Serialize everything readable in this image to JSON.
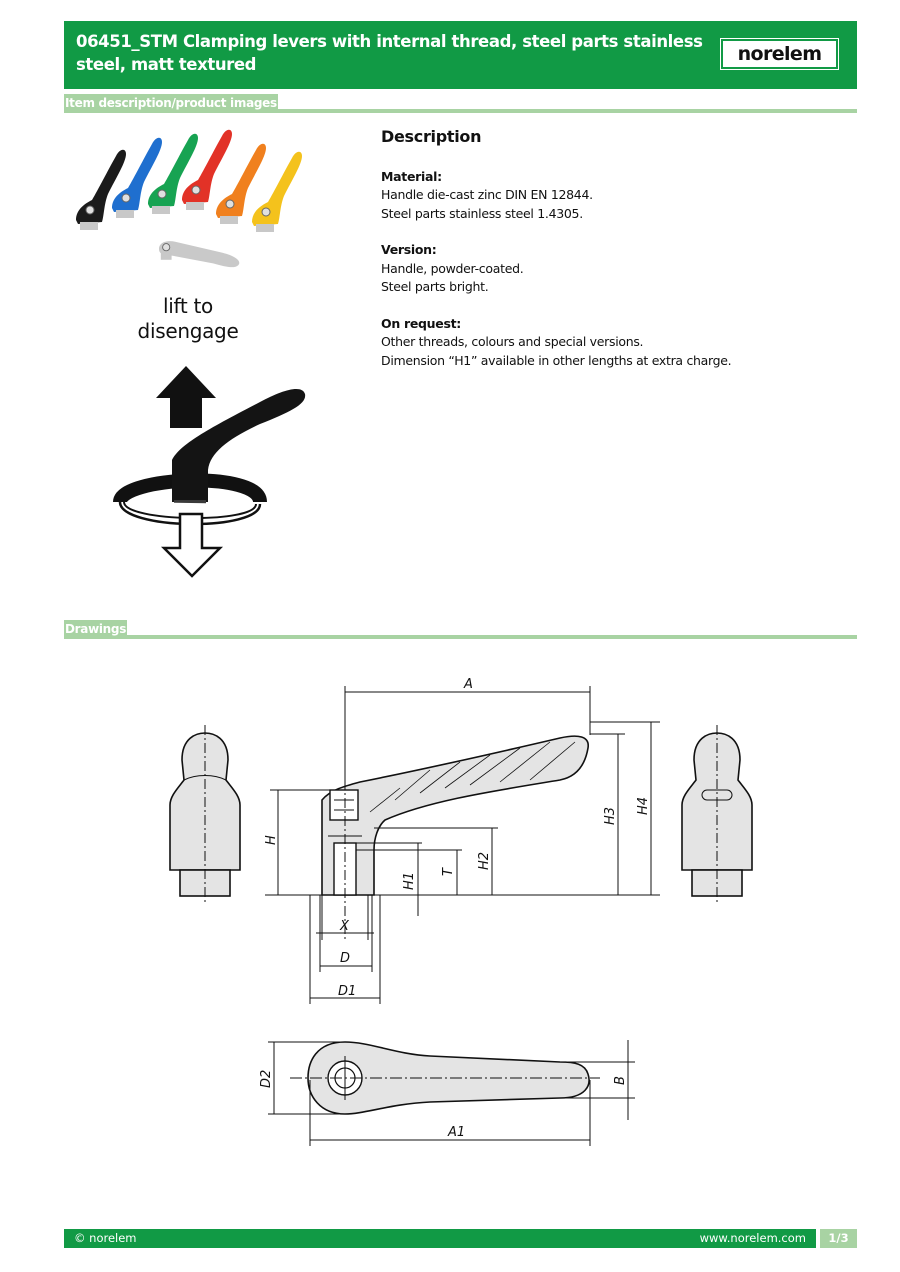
{
  "header": {
    "title": "06451_STM Clamping levers with internal thread, steel parts stainless steel, matt textured",
    "logo": "norelem"
  },
  "sections": {
    "images": "Item description/product images",
    "drawings": "Drawings"
  },
  "description": {
    "heading": "Description",
    "material": {
      "title": "Material:",
      "lines": [
        "Handle die-cast zinc DIN EN 12844.",
        "Steel parts stainless steel 1.4305."
      ]
    },
    "version": {
      "title": "Version:",
      "lines": [
        "Handle, powder-coated.",
        "Steel parts bright."
      ]
    },
    "on_request": {
      "title": "On request:",
      "lines": [
        "Other threads, colours and special versions.",
        "Dimension “H1” available in other lengths at extra charge."
      ]
    }
  },
  "images": {
    "lift_text": [
      "lift to",
      "disengage"
    ],
    "lever_colors": [
      "#1b1b1b",
      "#1f6fcf",
      "#17a352",
      "#e23227",
      "#f0801e",
      "#f4c21c",
      "#c9c9c9"
    ]
  },
  "drawing": {
    "labels": {
      "A": "A",
      "A1": "A1",
      "B": "B",
      "D": "D",
      "D1": "D1",
      "D2": "D2",
      "H": "H",
      "H1": "H1",
      "H2": "H2",
      "H3": "H3",
      "H4": "H4",
      "T": "T",
      "X": "X"
    }
  },
  "footer": {
    "copyright": "© norelem",
    "url": "www.norelem.com",
    "page": "1/3"
  }
}
